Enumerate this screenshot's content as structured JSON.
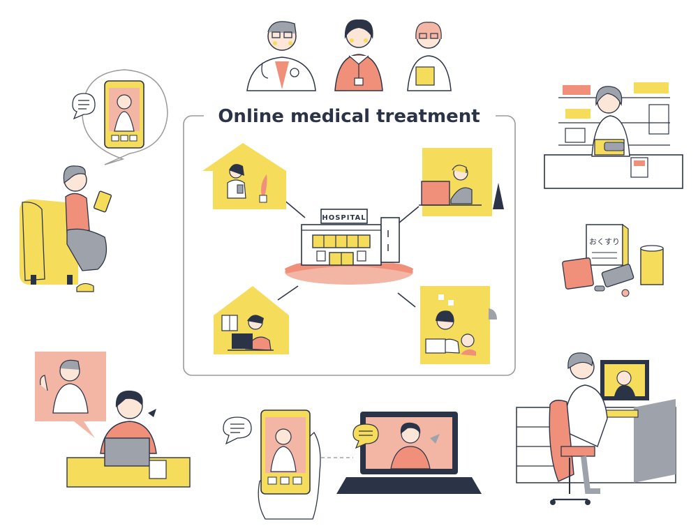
{
  "title": "Online medical treatment",
  "hospital_sign": "HOSPITAL",
  "medicine_bag_label": "おくすり",
  "colors": {
    "ink": "#2b3346",
    "yellow": "#f5dc5b",
    "coral": "#f0907a",
    "pink": "#f4b6a4",
    "skin": "#fce6d8",
    "gray": "#9ea3ab",
    "frame": "#9a9a9a",
    "white": "#ffffff"
  },
  "icons": {
    "speech": "speech-bubble-icon",
    "chat": "chat-lines-icon"
  }
}
